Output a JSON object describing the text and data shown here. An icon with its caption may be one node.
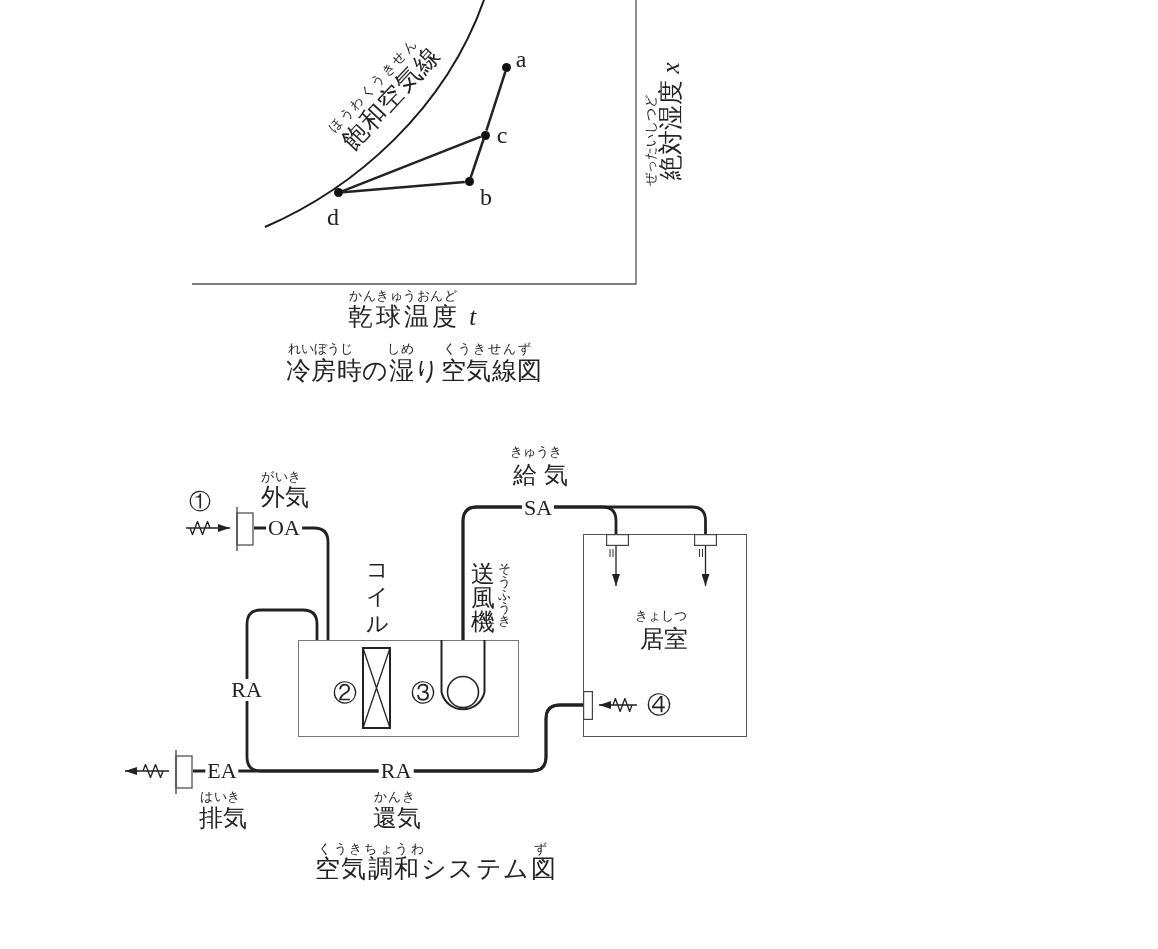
{
  "diagram": {
    "nodes": [
      {
        "text": [],
        "shape": "circle",
        "beside": [
          "a"
        ]
      },
      {
        "text": [],
        "shape": "circle",
        "beside": [
          "c"
        ]
      },
      {
        "text": [],
        "shape": "circle",
        "beside": [
          "b"
        ]
      },
      {
        "text": [],
        "shape": "circle",
        "beside": [
          "d"
        ]
      },
      {
        "text": [],
        "shape": "box"
      },
      {
        "text": [],
        "shape": "box"
      },
      {
        "text": [],
        "shape": "box",
        "in": 5,
        "beside": [
          "コイル",
          "②"
        ]
      },
      {
        "text": [],
        "shape": "circle",
        "in": 5,
        "beside": [
          "送風機",
          "そうふうき",
          "③"
        ]
      },
      {
        "text": [
          "きょしつ",
          "居室"
        ]
      },
      {
        "text": [],
        "shape": "box",
        "in": 8
      },
      {
        "text": [],
        "shape": "box",
        "in": 8
      },
      {
        "text": [],
        "shape": "box",
        "in": 8
      },
      {
        "text": [],
        "shape": "box"
      }
    ],
    "edges": [
      {
        "from": 0,
        "to": 1,
        "arrow": "none"
      },
      {
        "from": 1,
        "to": 2,
        "arrow": "none"
      },
      {
        "from": 2,
        "to": 3,
        "arrow": "none"
      },
      {
        "from": 3,
        "to": 1,
        "arrow": "none"
      },
      {
        "from": null,
        "to": 4,
        "arrow": "to"
      },
      {
        "from": 4,
        "to": 5,
        "label": "OA",
        "arrow": "none"
      },
      {
        "from": 7,
        "to": 9,
        "label": "SA",
        "arrow": "none"
      },
      {
        "from": 7,
        "to": 10,
        "arrow": "none"
      },
      {
        "from": 9,
        "to": null,
        "arrow": "to"
      },
      {
        "from": 10,
        "to": null,
        "arrow": "to"
      },
      {
        "from": null,
        "to": 11,
        "arrow": "to"
      },
      {
        "from": 11,
        "to": 5,
        "label": "RA",
        "arrow": "none"
      },
      {
        "from": 11,
        "to": 12,
        "label": "EA",
        "arrow": "none"
      },
      {
        "from": 12,
        "to": null,
        "arrow": "to"
      }
    ],
    "labels": [
      "ほうわくうきせん",
      "飽和空気線",
      "ぜったいしつど",
      "絶対湿度 *x*",
      "かんきゅうおんど",
      "乾球温度 *t*",
      "れいぼうじ",
      "しめ",
      "くうきせんず",
      "冷房時の湿り空気線図",
      "きゅうき",
      "給気",
      "①",
      "がいき",
      "外気",
      "RA",
      "④",
      "はいき",
      "排気",
      "かんき",
      "還気",
      "くうきちょうわ",
      "ず",
      "空気調和システム図"
    ]
  }
}
